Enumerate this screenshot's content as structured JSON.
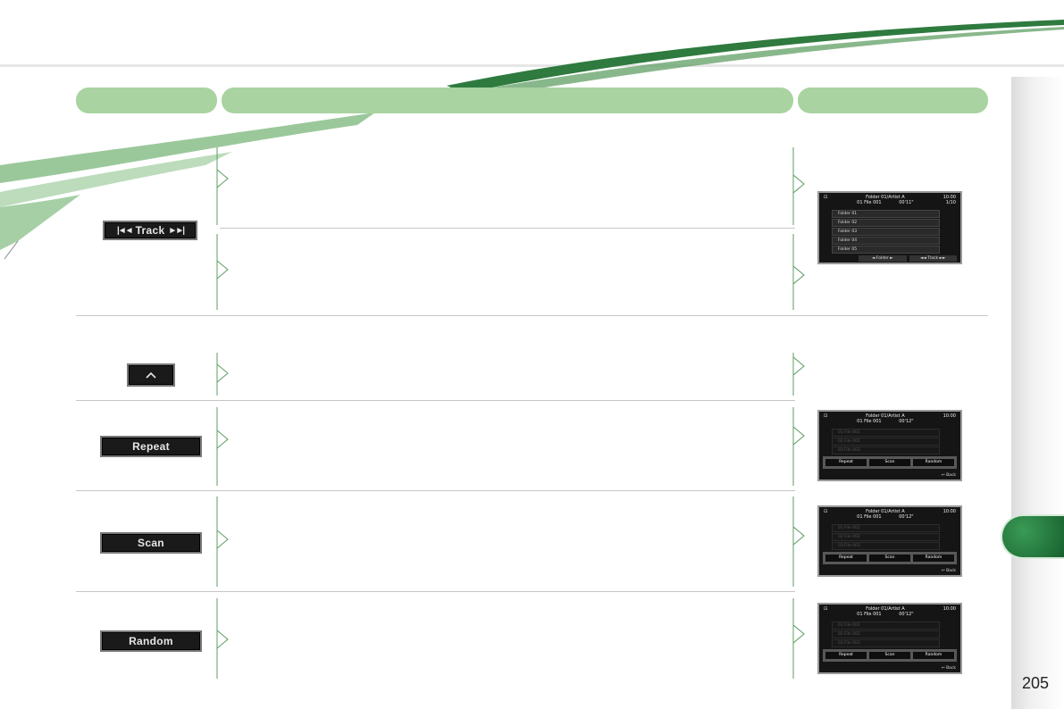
{
  "page": {
    "number": "205"
  },
  "colors": {
    "header_pill": "#a9d3a1",
    "thread": "#5b9d62",
    "tab": "#1d6b35",
    "button_bg": "#1a1a1a"
  },
  "rows": [
    {
      "button_label": "Track",
      "icon_left": "skip-back-icon",
      "icon_right": "skip-forward-icon"
    },
    {
      "button_label": "",
      "icon": "chevron-up-icon"
    },
    {
      "button_label": "Repeat"
    },
    {
      "button_label": "Scan"
    },
    {
      "button_label": "Random"
    }
  ],
  "screens": {
    "folder_list": {
      "source_icon": "cd-icon",
      "folder_title": "Folder 01/Artist A",
      "file_title": "01 File 001",
      "time": "00'11\"",
      "clock": "10:00",
      "counter": "1/10",
      "rows": [
        "Folder 01",
        "Folder 02",
        "Folder 03",
        "Folder 04",
        "Folder 05"
      ],
      "footer_folder": "◄ Folder ►",
      "footer_track": "◄◄ Track ►►"
    },
    "play_menu": {
      "folder_title": "Folder 01/Artist A",
      "file_title": "01 File 001",
      "time": "00'12\"",
      "clock": "10:00",
      "rows": [
        "01 File 001",
        "02 File 002",
        "03 File 003"
      ],
      "buttons": [
        "Repeat",
        "Scan",
        "Random"
      ],
      "back": "Back"
    }
  }
}
